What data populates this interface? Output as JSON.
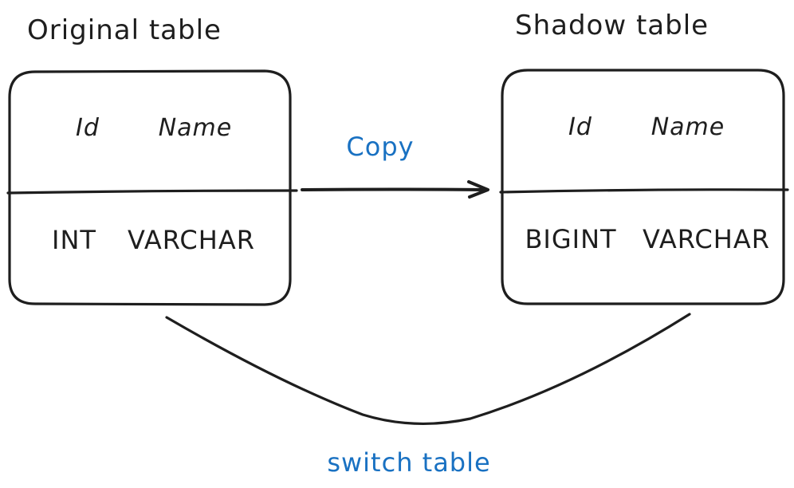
{
  "colors": {
    "ink": "#1e1e1e",
    "accent_blue": "#1971c2",
    "background": "#ffffff"
  },
  "original_table": {
    "title": "Original table",
    "header_cols": [
      "Id",
      "Name"
    ],
    "type_cols": [
      "INT",
      "VARCHAR"
    ]
  },
  "shadow_table": {
    "title": "Shadow table",
    "header_cols": [
      "Id",
      "Name"
    ],
    "type_cols": [
      "BIGINT",
      "VARCHAR"
    ]
  },
  "copy_arrow": {
    "label": "Copy"
  },
  "switch_curve": {
    "label": "switch table"
  }
}
